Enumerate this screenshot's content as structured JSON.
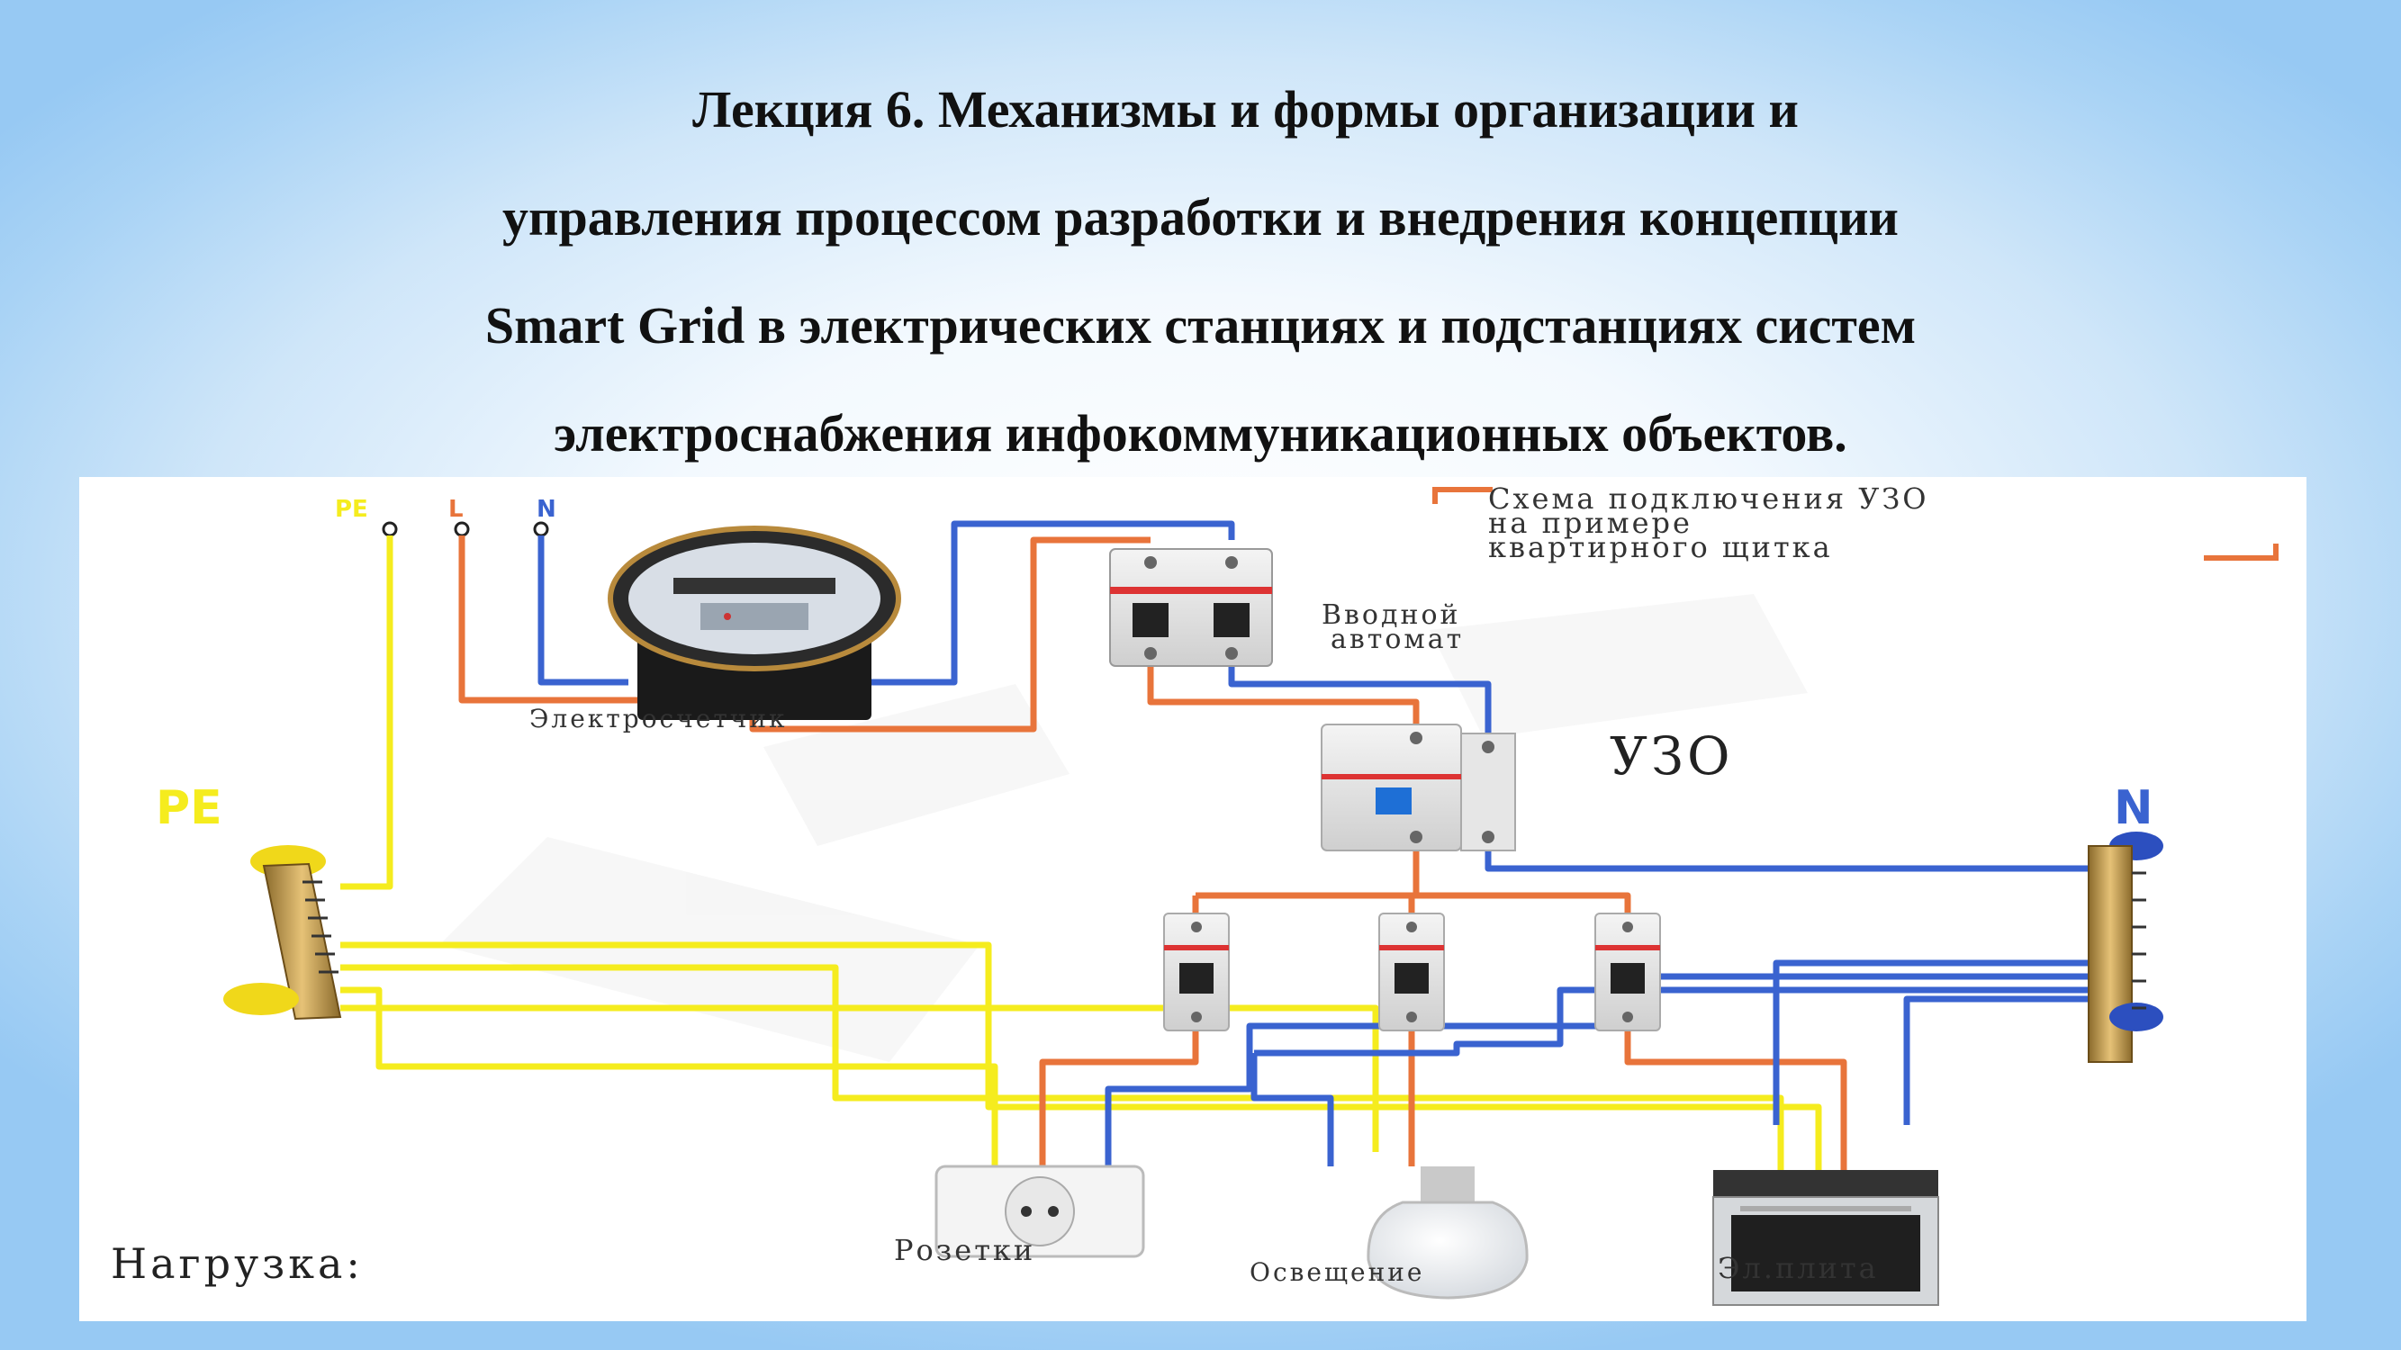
{
  "slide": {
    "title_lines": [
      "Лекция 6. Механизмы и формы организации и",
      "управления процессом разработки и внедрения концепции",
      "Smart Grid в электрических станциях и подстанциях систем",
      "электроснабжения инфокоммуникационных объектов."
    ]
  },
  "diagram": {
    "caption_lines": [
      "Схема подключения УЗО",
      "на примере",
      "квартирного щитка"
    ],
    "input_labels": {
      "pe": "PE",
      "l": "L",
      "n": "N"
    },
    "meter_label": "Электросчетчик",
    "main_breaker_label_lines": [
      "Вводной",
      "автомат"
    ],
    "rcd_label": "УЗО",
    "pe_bus_label": "PE",
    "n_bus_label": "N",
    "load_label": "Нагрузка:",
    "sockets_label": "Розетки",
    "lighting_label": "Освещение",
    "stove_label": "Эл.плита",
    "colors": {
      "phase": "#e8743b",
      "neutral": "#3a63d0",
      "ground": "#f5ec1e"
    },
    "icons": [
      "electricity-meter-icon",
      "circuit-breaker-icon",
      "rcd-icon",
      "power-socket-icon",
      "light-bulb-icon",
      "electric-stove-icon"
    ]
  }
}
